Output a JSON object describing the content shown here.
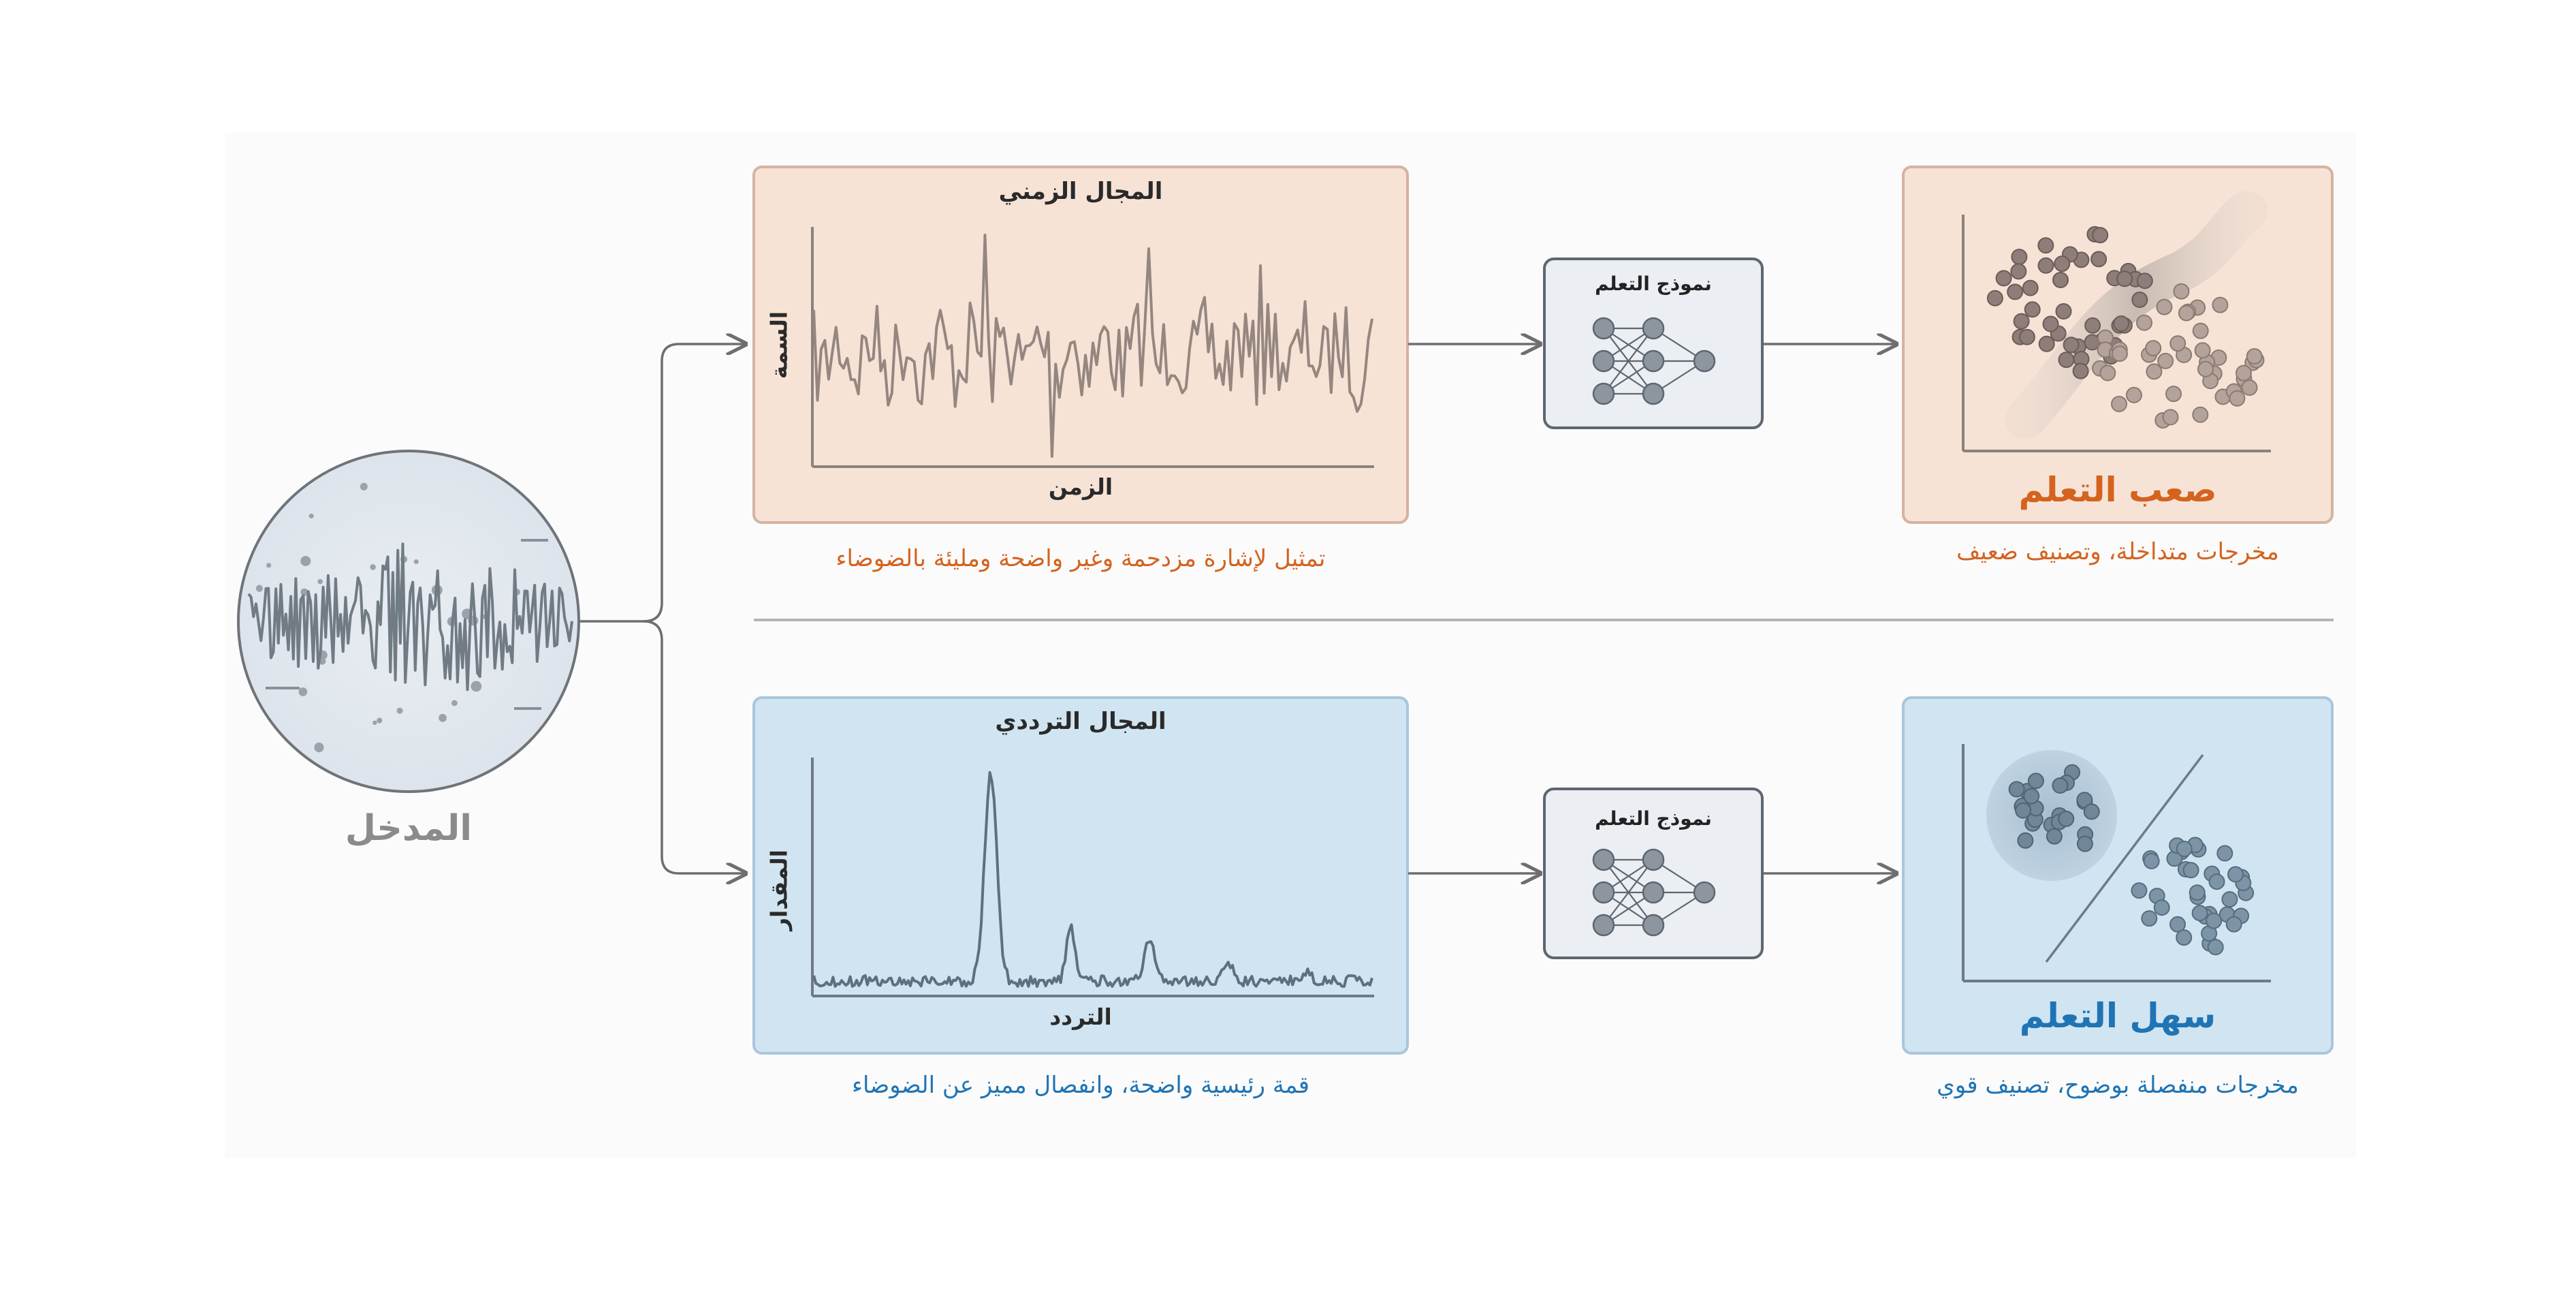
{
  "input": {
    "label": "المدخل"
  },
  "time_domain": {
    "title": "المجال الزمني",
    "x_label": "الزمن",
    "y_label": "السمة",
    "caption": "تمثيل لإشارة مزدحمة وغير واضحة ومليئة بالضوضاء"
  },
  "freq_domain": {
    "title": "المجال الترددي",
    "x_label": "التردد",
    "y_label": "المقدار",
    "caption": "قمة رئيسية واضحة، وانفصال مميز عن الضوضاء"
  },
  "model_top": {
    "label": "نموذج التعلم"
  },
  "model_bottom": {
    "label": "نموذج التعلم"
  },
  "result_hard": {
    "label": "صعب التعلم",
    "caption": "مخرجات متداخلة، وتصنيف ضعيف"
  },
  "result_easy": {
    "label": "سهل التعلم",
    "caption": "مخرجات منفصلة بوضوح، تصنيف قوي"
  },
  "colors": {
    "orange_fill": "#f6e3d6",
    "orange_stroke": "#d7b19e",
    "orange_text": "#d4631f",
    "blue_fill": "#d1e4f1",
    "blue_stroke": "#a8c6dc",
    "blue_text": "#1f74b5",
    "signal": "#8d7f78",
    "spectrum": "#5f7382",
    "arrow": "#707070"
  }
}
